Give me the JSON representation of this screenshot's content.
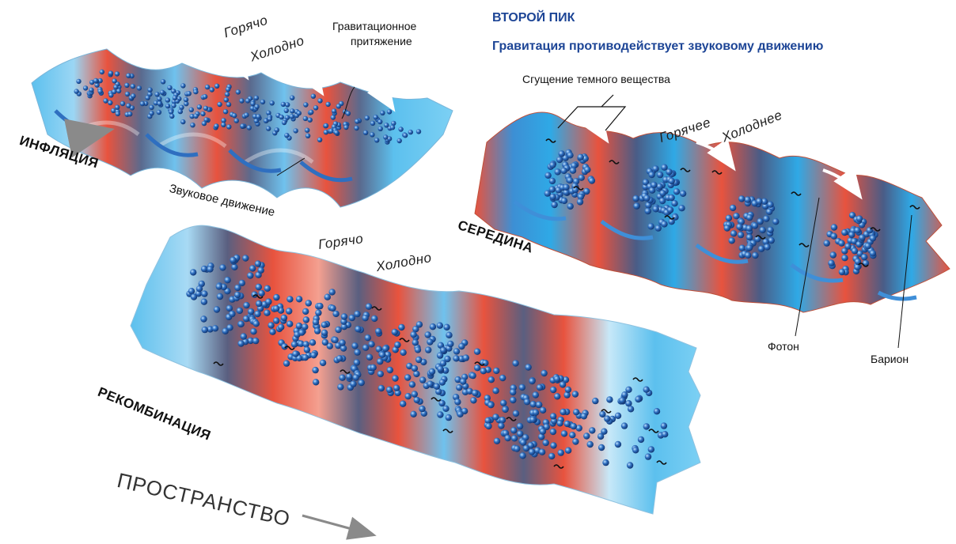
{
  "heading": {
    "title": "ВТОРОЙ ПИК",
    "subtitle": "Гравитация противодействует звуковому движению"
  },
  "stages": {
    "inflation": "ИНФЛЯЦИЯ",
    "middle": "СЕРЕДИНА",
    "recombination": "РЕКОМБИНАЦИЯ"
  },
  "labels": {
    "hot_top": "Горячо",
    "cold_top": "Холодно",
    "grav_line1": "Гравитационное",
    "grav_line2": "притяжение",
    "sound_line1": "Звуковое движение",
    "dark_matter": "Сгущение темного вещества",
    "hotter": "Горячее",
    "colder": "Холоднее",
    "photon": "Фотон",
    "baryon": "Барион",
    "hot_bottom": "Горячо",
    "cold_bottom": "Холодно",
    "space": "ПРОСТРАНСТВО"
  },
  "colors": {
    "heading": "#1d4596",
    "hot": "#e8533e",
    "cold": "#4cb8ea",
    "particle": "#2f6fc0",
    "arrow": "#888888"
  }
}
